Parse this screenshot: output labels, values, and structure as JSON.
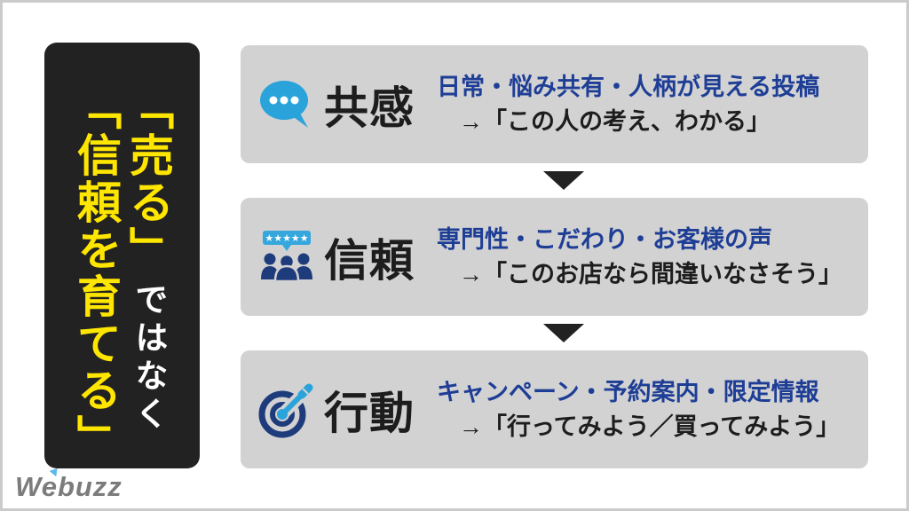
{
  "banner": {
    "phrase_sell": "「売る」",
    "phrase_not": "ではなく",
    "phrase_trust": "「信頼を育てる」"
  },
  "steps": [
    {
      "icon": "speech-bubble-icon",
      "title": "共感",
      "description": "日常・悩み共有・人柄が見える投稿",
      "quote": "→「この人の考え、わかる」"
    },
    {
      "icon": "people-review-icon",
      "title": "信頼",
      "description": "専門性・こだわり・お客様の声",
      "quote": "→「このお店なら間違いなさそう」"
    },
    {
      "icon": "target-dart-icon",
      "title": "行動",
      "description": "キャンペーン・予約案内・限定情報",
      "quote": "→「行ってみよう／買ってみよう」"
    }
  ],
  "footer": {
    "logo_text": "Webuzz"
  },
  "colors": {
    "banner_bg": "#222222",
    "highlight_yellow": "#ffe600",
    "box_gray": "#d2d2d2",
    "desc_blue": "#1e3e96",
    "icon_light_blue": "#2aa3db",
    "icon_navy": "#1e3c7c",
    "logo_gray": "#7c7c7c"
  }
}
